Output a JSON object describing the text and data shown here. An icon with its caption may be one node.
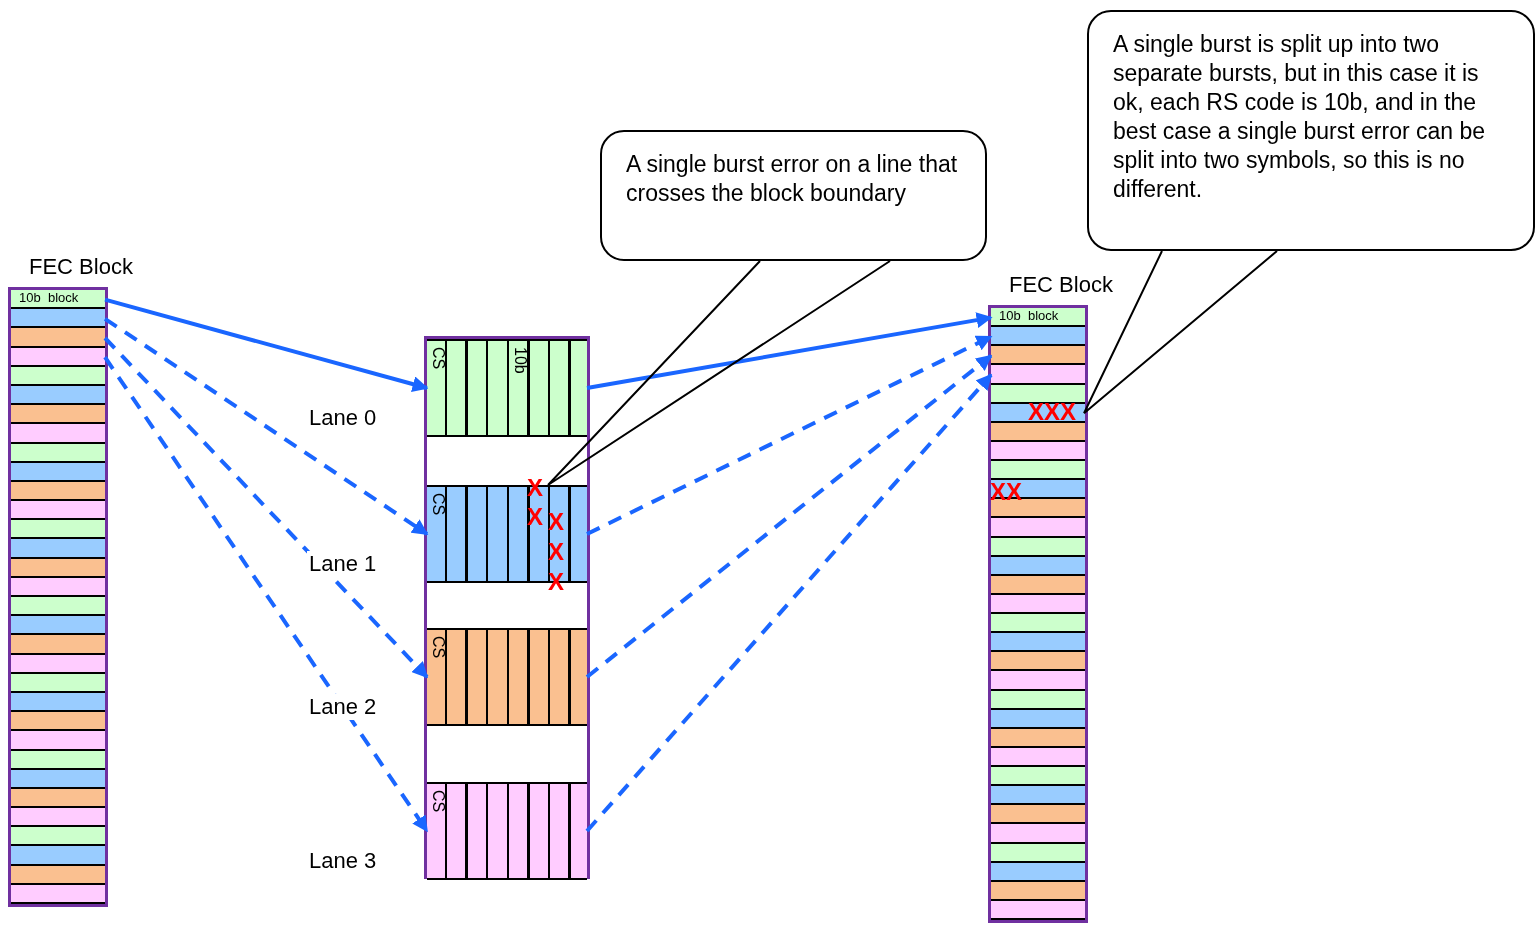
{
  "diagram": {
    "nodes": [
      {
        "text": [
          "FEC Block"
        ]
      },
      {
        "text": [
          "10b  block"
        ],
        "in": 0
      },
      {
        "text": [],
        "shape": "bar",
        "in": 0
      },
      {
        "text": [],
        "shape": "bar",
        "in": 0
      },
      {
        "text": [],
        "shape": "bar",
        "in": 0
      },
      {
        "text": [],
        "shape": "bar",
        "in": 0
      },
      {
        "text": [],
        "shape": "bar",
        "in": 0
      },
      {
        "text": [],
        "shape": "bar",
        "in": 0
      },
      {
        "text": [],
        "shape": "bar",
        "in": 0
      },
      {
        "text": [],
        "shape": "bar",
        "in": 0
      },
      {
        "text": [],
        "shape": "bar",
        "in": 0
      },
      {
        "text": [],
        "shape": "bar",
        "in": 0
      },
      {
        "text": [],
        "shape": "bar",
        "in": 0
      },
      {
        "text": [],
        "shape": "bar",
        "in": 0
      },
      {
        "text": [],
        "shape": "bar",
        "in": 0
      },
      {
        "text": [],
        "shape": "bar",
        "in": 0
      },
      {
        "text": [],
        "shape": "bar",
        "in": 0
      },
      {
        "text": [],
        "shape": "bar",
        "in": 0
      },
      {
        "text": [],
        "shape": "bar",
        "in": 0
      },
      {
        "text": [],
        "shape": "bar",
        "in": 0
      },
      {
        "text": [],
        "shape": "bar",
        "in": 0
      },
      {
        "text": [],
        "shape": "bar",
        "in": 0
      },
      {
        "text": [],
        "shape": "bar",
        "in": 0
      },
      {
        "text": [],
        "shape": "bar",
        "in": 0
      },
      {
        "text": [],
        "shape": "bar",
        "in": 0
      },
      {
        "text": [],
        "shape": "bar",
        "in": 0
      },
      {
        "text": [],
        "shape": "bar",
        "in": 0
      },
      {
        "text": [],
        "shape": "bar",
        "in": 0
      },
      {
        "text": [],
        "shape": "bar",
        "in": 0
      },
      {
        "text": [],
        "shape": "bar",
        "in": 0
      },
      {
        "text": [],
        "shape": "bar",
        "in": 0
      },
      {
        "text": [],
        "shape": "bar",
        "in": 0
      },
      {
        "text": [],
        "shape": "bar",
        "in": 0
      },
      {
        "text": [],
        "shape": "box"
      },
      {
        "text": [
          "CS",
          "10b"
        ],
        "in": 33,
        "beside": [
          "Lane 0"
        ]
      },
      {
        "text": [
          "CS"
        ],
        "in": 33,
        "beside": [
          "Lane 1"
        ]
      },
      {
        "text": [
          "CS"
        ],
        "in": 33,
        "beside": [
          "Lane 2"
        ]
      },
      {
        "text": [
          "CS"
        ],
        "in": 33,
        "beside": [
          "Lane 3"
        ]
      },
      {
        "text": [
          "FEC Block"
        ]
      },
      {
        "text": [
          "10b  block"
        ],
        "in": 38
      },
      {
        "text": [],
        "shape": "bar",
        "in": 38
      },
      {
        "text": [],
        "shape": "bar",
        "in": 38
      },
      {
        "text": [],
        "shape": "bar",
        "in": 38
      },
      {
        "text": [],
        "shape": "bar",
        "in": 38
      },
      {
        "text": [],
        "shape": "bar",
        "in": 38
      },
      {
        "text": [],
        "shape": "bar",
        "in": 38
      },
      {
        "text": [],
        "shape": "bar",
        "in": 38
      },
      {
        "text": [],
        "shape": "bar",
        "in": 38
      },
      {
        "text": [],
        "shape": "bar",
        "in": 38
      },
      {
        "text": [],
        "shape": "bar",
        "in": 38
      },
      {
        "text": [],
        "shape": "bar",
        "in": 38
      },
      {
        "text": [],
        "shape": "bar",
        "in": 38
      },
      {
        "text": [],
        "shape": "bar",
        "in": 38
      },
      {
        "text": [],
        "shape": "bar",
        "in": 38
      },
      {
        "text": [],
        "shape": "bar",
        "in": 38
      },
      {
        "text": [],
        "shape": "bar",
        "in": 38
      },
      {
        "text": [],
        "shape": "bar",
        "in": 38
      },
      {
        "text": [],
        "shape": "bar",
        "in": 38
      },
      {
        "text": [],
        "shape": "bar",
        "in": 38
      },
      {
        "text": [],
        "shape": "bar",
        "in": 38
      },
      {
        "text": [],
        "shape": "bar",
        "in": 38
      },
      {
        "text": [],
        "shape": "bar",
        "in": 38
      },
      {
        "text": [],
        "shape": "bar",
        "in": 38
      },
      {
        "text": [],
        "shape": "bar",
        "in": 38
      },
      {
        "text": [],
        "shape": "bar",
        "in": 38
      },
      {
        "text": [],
        "shape": "bar",
        "in": 38
      },
      {
        "text": [],
        "shape": "bar",
        "in": 38
      },
      {
        "text": [],
        "shape": "bar",
        "in": 38
      },
      {
        "text": [],
        "shape": "bar",
        "in": 38
      },
      {
        "text": [],
        "shape": "bar",
        "in": 38
      },
      {
        "text": [],
        "shape": "bar",
        "in": 38
      },
      {
        "text": [
          "A single burst error on a line that crosses the block boundary"
        ]
      },
      {
        "text": [
          "A single burst is split up into two separate bursts, but in this case it is ok, each RS code is 10b, and in the best case a single burst error can be split into two symbols, so this is no different."
        ]
      }
    ],
    "edges": [
      {
        "from": 1,
        "to": 34,
        "arrow": "to"
      },
      {
        "from": 2,
        "to": 35,
        "arrow": "to",
        "style": "dashed"
      },
      {
        "from": 3,
        "to": 36,
        "arrow": "to",
        "style": "dashed"
      },
      {
        "from": 4,
        "to": 37,
        "arrow": "to",
        "style": "dashed"
      },
      {
        "from": 34,
        "to": 39,
        "arrow": "to"
      },
      {
        "from": 35,
        "to": 40,
        "arrow": "to",
        "style": "dashed"
      },
      {
        "from": 36,
        "to": 41,
        "arrow": "to",
        "style": "dashed"
      },
      {
        "from": 37,
        "to": 42,
        "arrow": "to",
        "style": "dashed"
      },
      {
        "from": 71,
        "to": 35,
        "arrow": "none",
        "color": "#000000"
      },
      {
        "from": 72,
        "to": 44,
        "arrow": "none",
        "color": "#000000"
      }
    ],
    "labels": [
      "X",
      "X",
      "X",
      "X",
      "X",
      "XXX",
      "XX"
    ]
  }
}
